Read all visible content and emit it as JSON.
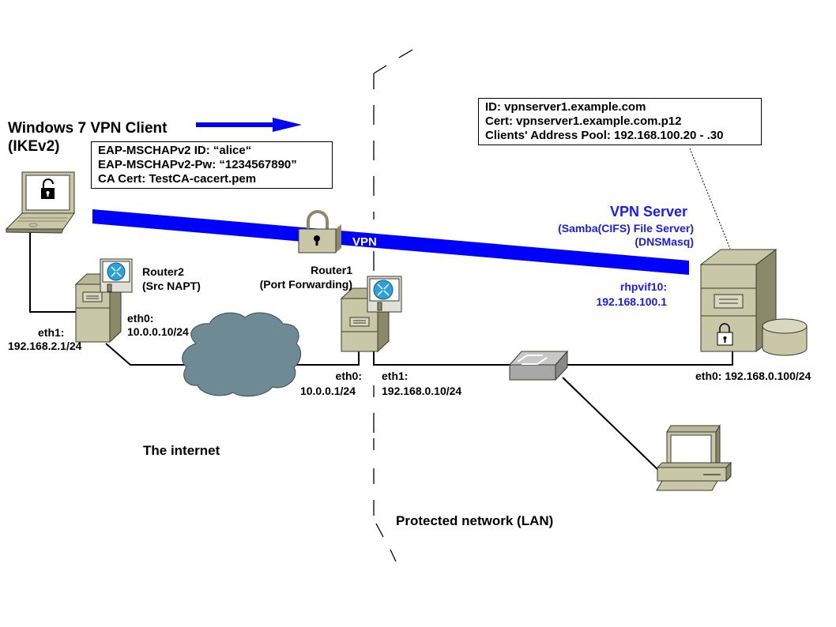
{
  "diagram": {
    "client": {
      "title": "Windows 7 VPN Client",
      "subtitle": "(IKEv2)",
      "info": [
        "EAP-MSCHAPv2 ID: “alice“",
        "EAP-MSCHAPv2-Pw: “1234567890”",
        "CA Cert: TestCA-cacert.pem"
      ]
    },
    "server": {
      "title": "VPN Server",
      "services": [
        "(Samba(CIFS) File Server)",
        "(DNSMasq)"
      ],
      "vif_name": "rhpvif10:",
      "vif_ip": "192.168.100.1",
      "eth0": "eth0: 192.168.0.100/24",
      "info": [
        "ID: vpnserver1.example.com",
        "Cert: vpnserver1.example.com.p12",
        "Clients' Address Pool: 192.168.100.20 - .30"
      ]
    },
    "router2": {
      "name": "Router2",
      "role": "(Src NAPT)",
      "eth0_name": "eth0:",
      "eth0_ip": "10.0.0.10/24",
      "eth1_name": "eth1:",
      "eth1_ip": "192.168.2.1/24"
    },
    "router1": {
      "name": "Router1",
      "role": "(Port Forwarding)",
      "eth0_name": "eth0:",
      "eth0_ip": "10.0.0.1/24",
      "eth1_name": "eth1:",
      "eth1_ip": "192.168.0.10/24"
    },
    "tunnel_label": "VPN",
    "zones": {
      "internet": "The internet",
      "lan": "Protected network (LAN)"
    },
    "colors": {
      "tunnel": "#0000ff",
      "blue_text": "#1a1aff",
      "device_body": "#c8c8a8",
      "device_side": "#8a8a6a",
      "cloud": "#6e8a94",
      "switch": "#a8a8a8",
      "router_badge": "#2aa0dc"
    }
  }
}
